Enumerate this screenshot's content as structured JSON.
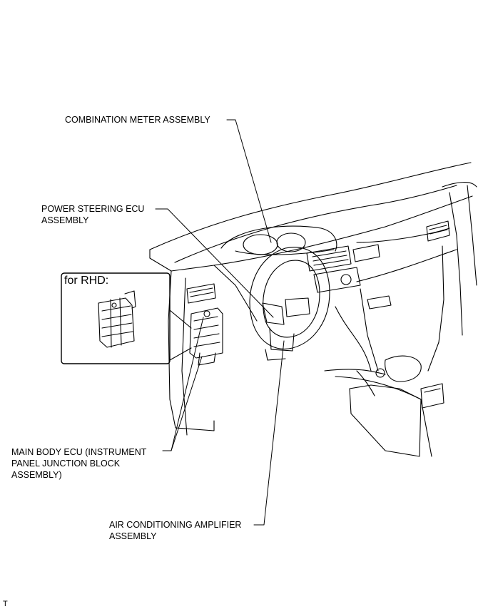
{
  "labels": {
    "combination_meter": "COMBINATION METER ASSEMBLY",
    "power_steering_ecu": "POWER STEERING ECU\nASSEMBLY",
    "main_body_ecu": "MAIN BODY ECU (INSTRUMENT\nPANEL JUNCTION BLOCK\nASSEMBLY)",
    "air_conditioning_amplifier": "AIR CONDITIONING AMPLIFIER\nASSEMBLY"
  },
  "inset": {
    "title": "for RHD:"
  },
  "footer": {
    "code": "T"
  }
}
